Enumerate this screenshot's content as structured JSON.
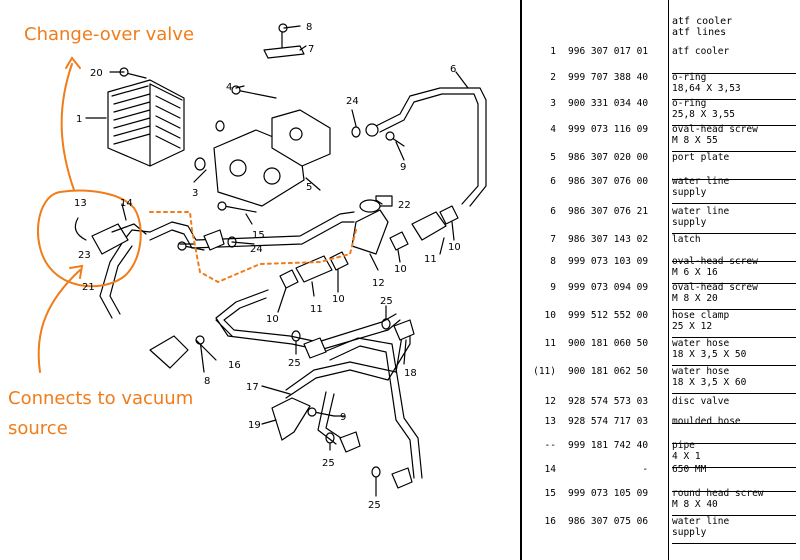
{
  "annotations": {
    "valve": "Change-over valve",
    "vacuum_line1": "Connects to vacuum",
    "vacuum_line2": "source"
  },
  "colors": {
    "annotation": "#f07c1a",
    "line": "#000000",
    "background": "#ffffff"
  },
  "callouts": {
    "c1": "1",
    "c3": "3",
    "c4": "4",
    "c5": "5",
    "c6": "6",
    "c7": "7",
    "c8a": "8",
    "c8b": "8",
    "c9a": "9",
    "c9b": "9",
    "c10a": "10",
    "c10b": "10",
    "c10c": "10",
    "c10d": "10",
    "c11a": "11",
    "c11b": "11",
    "c12": "12",
    "c13": "13",
    "c14": "14",
    "c15": "15",
    "c16": "16",
    "c17": "17",
    "c18": "18",
    "c19": "19",
    "c20": "20",
    "c21": "21",
    "c22": "22",
    "c23": "23",
    "c24a": "24",
    "c24b": "24",
    "c25a": "25",
    "c25b": "25",
    "c25c": "25",
    "c25d": "25"
  },
  "parts_list": {
    "header_line1": "atf cooler",
    "header_line2": "atf lines",
    "rows": [
      {
        "pos": "1",
        "pn": "996 307 017 01",
        "d1": "atf cooler",
        "d2": ""
      },
      {
        "pos": "2",
        "pn": "999 707 388 40",
        "d1": "o-ring",
        "d2": "18,64 X  3,53"
      },
      {
        "pos": "3",
        "pn": "900 331 034 40",
        "d1": "o-ring",
        "d2": "25,8  X  3,55"
      },
      {
        "pos": "4",
        "pn": "999 073 116 09",
        "d1": "oval-head screw",
        "d2": "M 8 X 55"
      },
      {
        "pos": "5",
        "pn": "986 307 020 00",
        "d1": "port plate",
        "d2": ""
      },
      {
        "pos": "6",
        "pn": "986 307 076 00",
        "d1": "water line",
        "d2": "supply"
      },
      {
        "pos": "6",
        "pn": "986 307 076 21",
        "d1": "water line",
        "d2": "supply"
      },
      {
        "pos": "7",
        "pn": "986 307 143 02",
        "d1": "latch",
        "d2": ""
      },
      {
        "pos": "8",
        "pn": "999 073 103 09",
        "d1": "oval-head screw",
        "d2": "M 6 X 16"
      },
      {
        "pos": "9",
        "pn": "999 073 094 09",
        "d1": "oval-head screw",
        "d2": "M 8 X 20"
      },
      {
        "pos": "10",
        "pn": "999 512 552 00",
        "d1": "hose clamp",
        "d2": "25 X 12"
      },
      {
        "pos": "11",
        "pn": "900 181 060 50",
        "d1": "water hose",
        "d2": "18 X 3,5 X 50"
      },
      {
        "pos": "(11)",
        "pn": "900 181 062 50",
        "d1": "water hose",
        "d2": "18 X 3,5 X 60"
      },
      {
        "pos": "12",
        "pn": "928 574 573 03",
        "d1": "disc valve",
        "d2": ""
      },
      {
        "pos": "13",
        "pn": "928 574 717 03",
        "d1": "moulded hose",
        "d2": ""
      },
      {
        "pos": "--",
        "pn": "999 181 742 40",
        "d1": "pipe",
        "d2": "4 X 1"
      },
      {
        "pos": "14",
        "pn": "             -",
        "d1": "650 MM",
        "d2": ""
      },
      {
        "pos": "15",
        "pn": "999 073 105 09",
        "d1": "round head screw",
        "d2": "M 8 X 40"
      },
      {
        "pos": "16",
        "pn": "986 307 075 06",
        "d1": "water line",
        "d2": "supply"
      }
    ]
  }
}
